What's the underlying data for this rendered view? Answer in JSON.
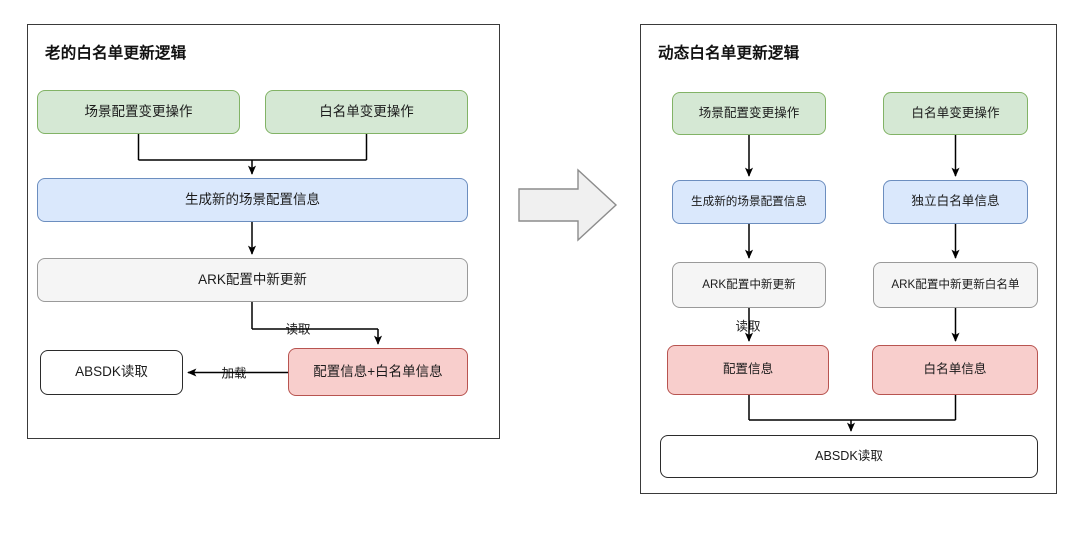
{
  "diagram": {
    "title_left": "老的白名单更新逻辑",
    "title_right": "动态白名单更新逻辑",
    "transition_icon": "right-block-arrow-icon",
    "colors": {
      "green_fill": "#d5e8d4",
      "green_stroke": "#82b366",
      "blue_fill": "#dae8fc",
      "blue_stroke": "#6c8ebf",
      "gray_fill": "#f5f5f5",
      "gray_stroke": "#9a9a9a",
      "red_fill": "#f8cecc",
      "red_stroke": "#b85450",
      "plain_fill": "#ffffff",
      "plain_stroke": "#2b2b2b",
      "panel_stroke": "#3a3a3a",
      "connector": "#000000",
      "transition_fill": "#f0f0f0",
      "transition_stroke": "#8c8c8c"
    }
  },
  "left_panel": {
    "title": "老的白名单更新逻辑",
    "nodes": {
      "scene_change": "场景配置变更操作",
      "whitelist_change": "白名单变更操作",
      "new_scene_config": "生成新的场景配置信息",
      "ark_update": "ARK配置中新更新",
      "config_plus_whitelist": "配置信息+白名单信息",
      "absdk_read": "ABSDK读取"
    },
    "edge_labels": {
      "read": "读取",
      "load": "加载"
    }
  },
  "right_panel": {
    "title": "动态白名单更新逻辑",
    "nodes": {
      "scene_change": "场景配置变更操作",
      "whitelist_change": "白名单变更操作",
      "new_scene_config": "生成新的场景配置信息",
      "independent_whitelist": "独立白名单信息",
      "ark_update": "ARK配置中新更新",
      "ark_update_whitelist": "ARK配置中新更新白名单",
      "config_info": "配置信息",
      "whitelist_info": "白名单信息",
      "absdk_read": "ABSDK读取"
    },
    "edge_labels": {
      "read": "读取"
    }
  }
}
